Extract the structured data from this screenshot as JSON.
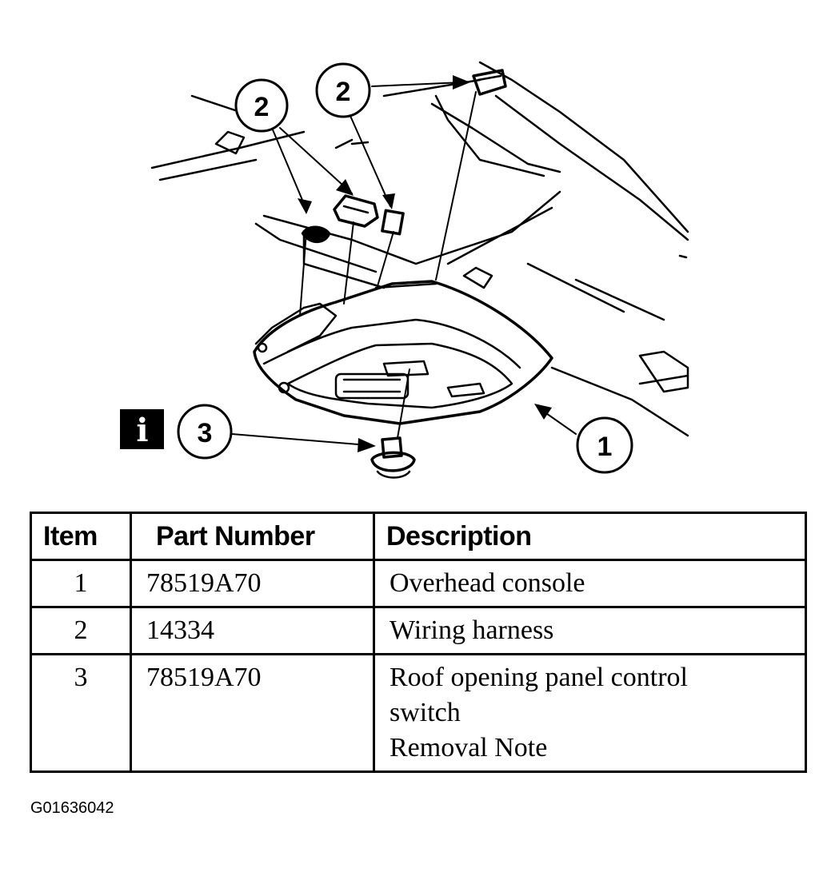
{
  "diagram": {
    "callouts": [
      {
        "id": "callout-2-left",
        "label": "2"
      },
      {
        "id": "callout-2-right",
        "label": "2"
      },
      {
        "id": "callout-1",
        "label": "1"
      },
      {
        "id": "callout-3",
        "label": "3"
      }
    ],
    "info_badge": "i"
  },
  "table": {
    "headers": {
      "item": "Item",
      "part_number": "Part Number",
      "description": "Description"
    },
    "rows": [
      {
        "item": "1",
        "part_number": "78519A70",
        "description": [
          "Overhead console"
        ]
      },
      {
        "item": "2",
        "part_number": "14334",
        "description": [
          "Wiring harness"
        ]
      },
      {
        "item": "3",
        "part_number": "78519A70",
        "description": [
          "Roof opening panel control",
          "switch",
          "Removal Note"
        ]
      }
    ]
  },
  "figure_id": "G01636042"
}
